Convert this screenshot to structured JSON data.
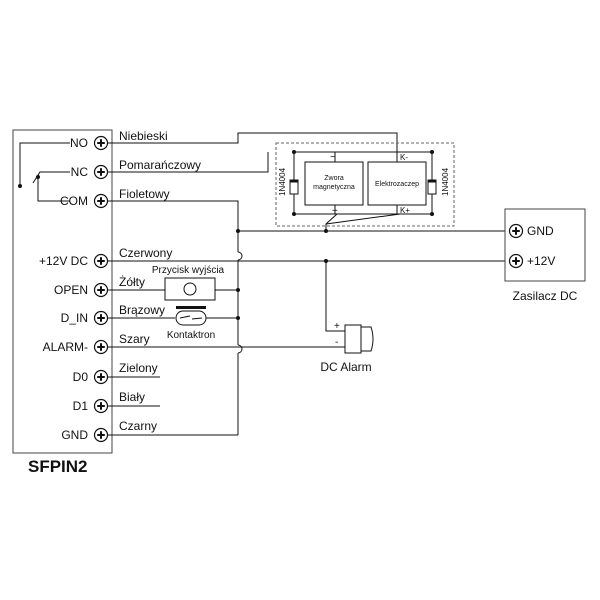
{
  "controller": {
    "name": "SFPIN2",
    "terminals": [
      {
        "label": "NO",
        "wire": "Niebieski"
      },
      {
        "label": "NC",
        "wire": "Pomarańczowy"
      },
      {
        "label": "COM",
        "wire": "Fioletowy"
      },
      {
        "label": "+12V DC",
        "wire": "Czerwony"
      },
      {
        "label": "OPEN",
        "wire": "Żółty"
      },
      {
        "label": "D_IN",
        "wire": "Brązowy"
      },
      {
        "label": "ALARM-",
        "wire": "Szary"
      },
      {
        "label": "D0",
        "wire": "Zielony"
      },
      {
        "label": "D1",
        "wire": "Biały"
      },
      {
        "label": "GND",
        "wire": "Czarny"
      }
    ]
  },
  "lock_box": {
    "diode_left": "1N4004",
    "diode_right": "1N4004",
    "maglock_line1": "Zwora",
    "maglock_line2": "magnetyczna",
    "strike": "Elektrozaczep",
    "minus": "−",
    "plus": "+",
    "k_minus": "K-",
    "k_plus": "K+"
  },
  "exit_button": "Przycisk wyjścia",
  "reed": "Kontaktron",
  "alarm": {
    "label": "DC  Alarm",
    "plus": "+",
    "minus": "-"
  },
  "psu": {
    "label": "Zasilacz DC",
    "gnd": "GND",
    "v12": "+12V"
  }
}
